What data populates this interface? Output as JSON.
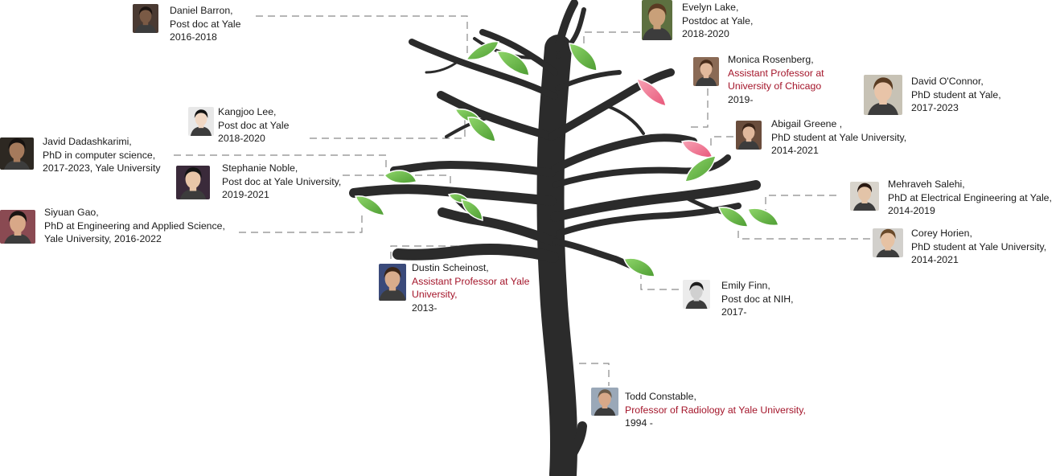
{
  "people": {
    "daniel": {
      "name": "Daniel Barron,",
      "role": "Post doc at Yale",
      "years": "2016-2018",
      "skin": "#7a5a45",
      "bg": "#4a3a32",
      "hair": "#1c1410"
    },
    "evelyn": {
      "name": "Evelyn Lake,",
      "role": "Postdoc at Yale,",
      "years": "2018-2020",
      "skin": "#c9a079",
      "bg": "#5d7040",
      "hair": "#5a3a22"
    },
    "monica": {
      "name": "Monica Rosenberg,",
      "role_line1": "Assistant Professor at",
      "role_line2": "University of Chicago",
      "years": "2019-",
      "skin": "#e2b99c",
      "bg": "#8a6a55",
      "hair": "#4a2c1a"
    },
    "david": {
      "name": "David O'Connor,",
      "role": "PhD student at Yale,",
      "years": "2017-2023",
      "skin": "#e8c4a8",
      "bg": "#c7c2b5",
      "hair": "#5a3c22"
    },
    "kangjoo": {
      "name": "Kangjoo Lee,",
      "role": "Post doc at Yale",
      "years": "2018-2020",
      "skin": "#f1d8c4",
      "bg": "#e8e8e8",
      "hair": "#141414"
    },
    "abigail": {
      "name": "Abigail Greene ,",
      "role": "PhD student at Yale University,",
      "years": "2014-2021",
      "skin": "#e0b89c",
      "bg": "#6a4d3c",
      "hair": "#3a2418"
    },
    "javid": {
      "name": "Javid Dadashkarimi,",
      "role": "PhD in computer science,",
      "years": "2017-2023, Yale University",
      "skin": "#a57a5c",
      "bg": "#2d2822",
      "hair": "#161210"
    },
    "stephanie": {
      "name": "Stephanie Noble,",
      "role": "Post doc at Yale University,",
      "years": "2019-2021",
      "skin": "#e9c6a8",
      "bg": "#3a2a3a",
      "hair": "#141414"
    },
    "mehraveh": {
      "name": "Mehraveh Salehi,",
      "role": "PhD at Electrical Engineering at Yale,",
      "years": "2014-2019",
      "skin": "#e3c4a8",
      "bg": "#d8d4cc",
      "hair": "#2a1a12"
    },
    "siyuan": {
      "name": "Siyuan Gao,",
      "role": "PhD at Engineering and Applied Science,",
      "years": "Yale University, 2016-2022",
      "skin": "#d8a888",
      "bg": "#8a4a52",
      "hair": "#1a1412"
    },
    "corey": {
      "name": "Corey Horien,",
      "role": "PhD student at Yale University,",
      "years": "2014-2021",
      "skin": "#e6c2a4",
      "bg": "#d2d0cc",
      "hair": "#6a4a2a"
    },
    "dustin": {
      "name": "Dustin Scheinost,",
      "role_line1": "Assistant Professor  at Yale",
      "role_line2": "University,",
      "years": "2013-",
      "skin": "#d8ac8c",
      "bg": "#3a4a7a",
      "hair": "#3a2618"
    },
    "emily": {
      "name": "Emily Finn,",
      "role": "Post doc at NIH,",
      "years": "2017-",
      "skin": "#d0d0d0",
      "bg": "#ececec",
      "hair": "#1e1e1e"
    },
    "todd": {
      "name": "Todd Constable,",
      "role": "Professor of Radiology at Yale University,",
      "years": "1994 -",
      "skin": "#d8a888",
      "bg": "#9aa8b8",
      "hair": "#6a5a48"
    }
  },
  "colors": {
    "trunk": "#2b2b2b",
    "leaf_green": "#6cc24a",
    "leaf_green_dark": "#4e9d33",
    "leaf_pink": "#f07a95",
    "connector": "#8a8a8a",
    "accent_red": "#a4152a"
  }
}
